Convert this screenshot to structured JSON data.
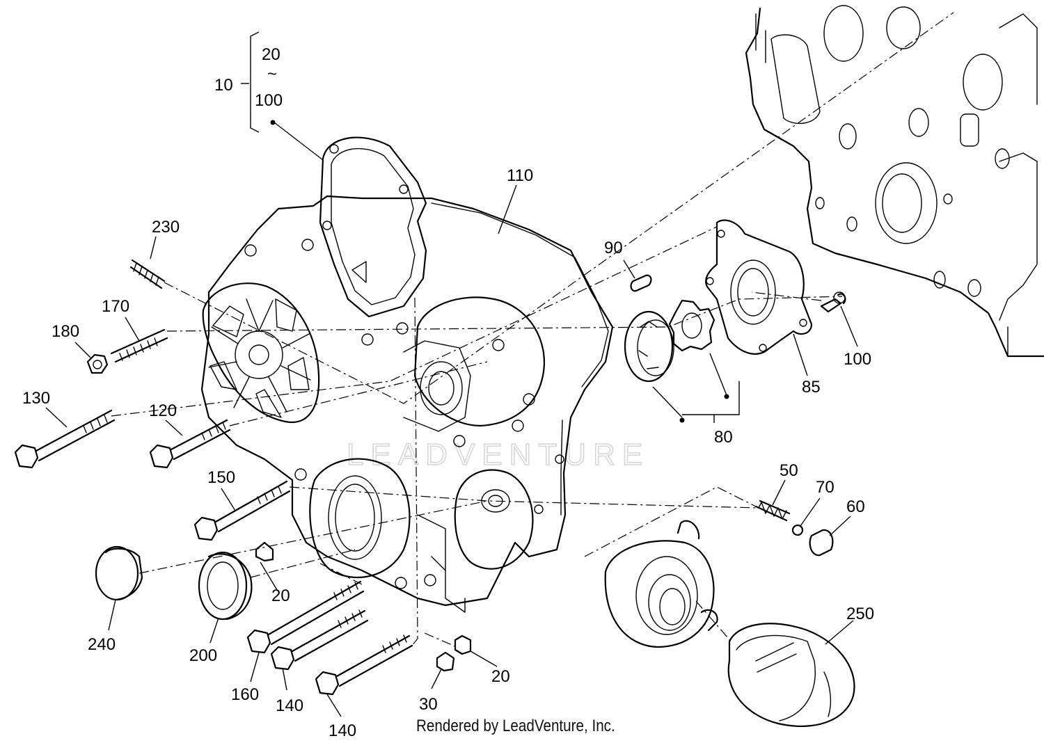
{
  "watermark": "LEADVENTURE",
  "footer": "Rendered by LeadVenture, Inc.",
  "callouts": {
    "c10": "10",
    "c20_top": "20",
    "tilde": "~",
    "c100_top": "100",
    "c110": "110",
    "c230": "230",
    "c170": "170",
    "c180": "180",
    "c130": "130",
    "c120": "120",
    "c150": "150",
    "c90": "90",
    "c100_r": "100",
    "c85": "85",
    "c80": "80",
    "c50": "50",
    "c70": "70",
    "c60": "60",
    "c20_mid": "20",
    "c240": "240",
    "c200": "200",
    "c160": "160",
    "c140_a": "140",
    "c140_b": "140",
    "c30": "30",
    "c20_bot": "20",
    "c250": "250"
  }
}
